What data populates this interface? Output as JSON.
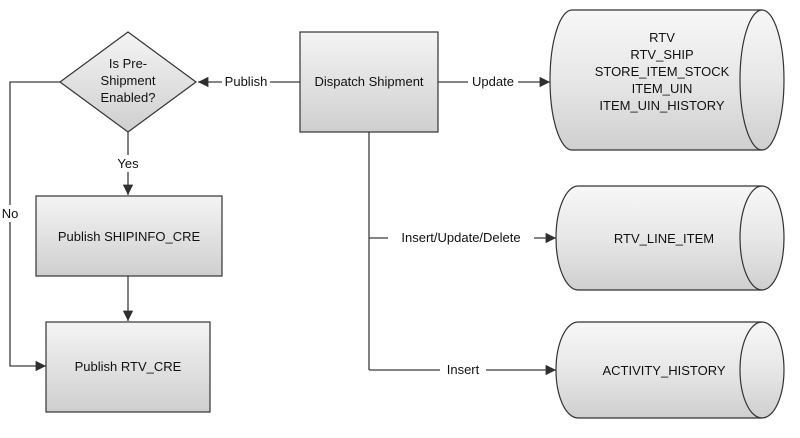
{
  "diagram": {
    "decision": {
      "lines": [
        "Is Pre-",
        "Shipment",
        "Enabled?"
      ]
    },
    "process": {
      "dispatch": "Dispatch Shipment",
      "publish_shipinfo": "Publish SHIPINFO_CRE",
      "publish_rtv": "Publish RTV_CRE"
    },
    "datastores": {
      "main": {
        "lines": [
          "RTV",
          "RTV_SHIP",
          "STORE_ITEM_STOCK",
          "ITEM_UIN",
          "ITEM_UIN_HISTORY"
        ]
      },
      "line_item": {
        "lines": [
          "RTV_LINE_ITEM"
        ]
      },
      "activity": {
        "lines": [
          "ACTIVITY_HISTORY"
        ]
      }
    },
    "edge_labels": {
      "publish": "Publish",
      "update": "Update",
      "yes": "Yes",
      "no": "No",
      "insert_update_delete": "Insert/Update/Delete",
      "insert": "Insert"
    },
    "colors": {
      "box_fill_top": "#f4f4f4",
      "box_fill_bottom": "#cfcfcf",
      "stroke": "#333333",
      "line": "#3c3c3c"
    }
  }
}
